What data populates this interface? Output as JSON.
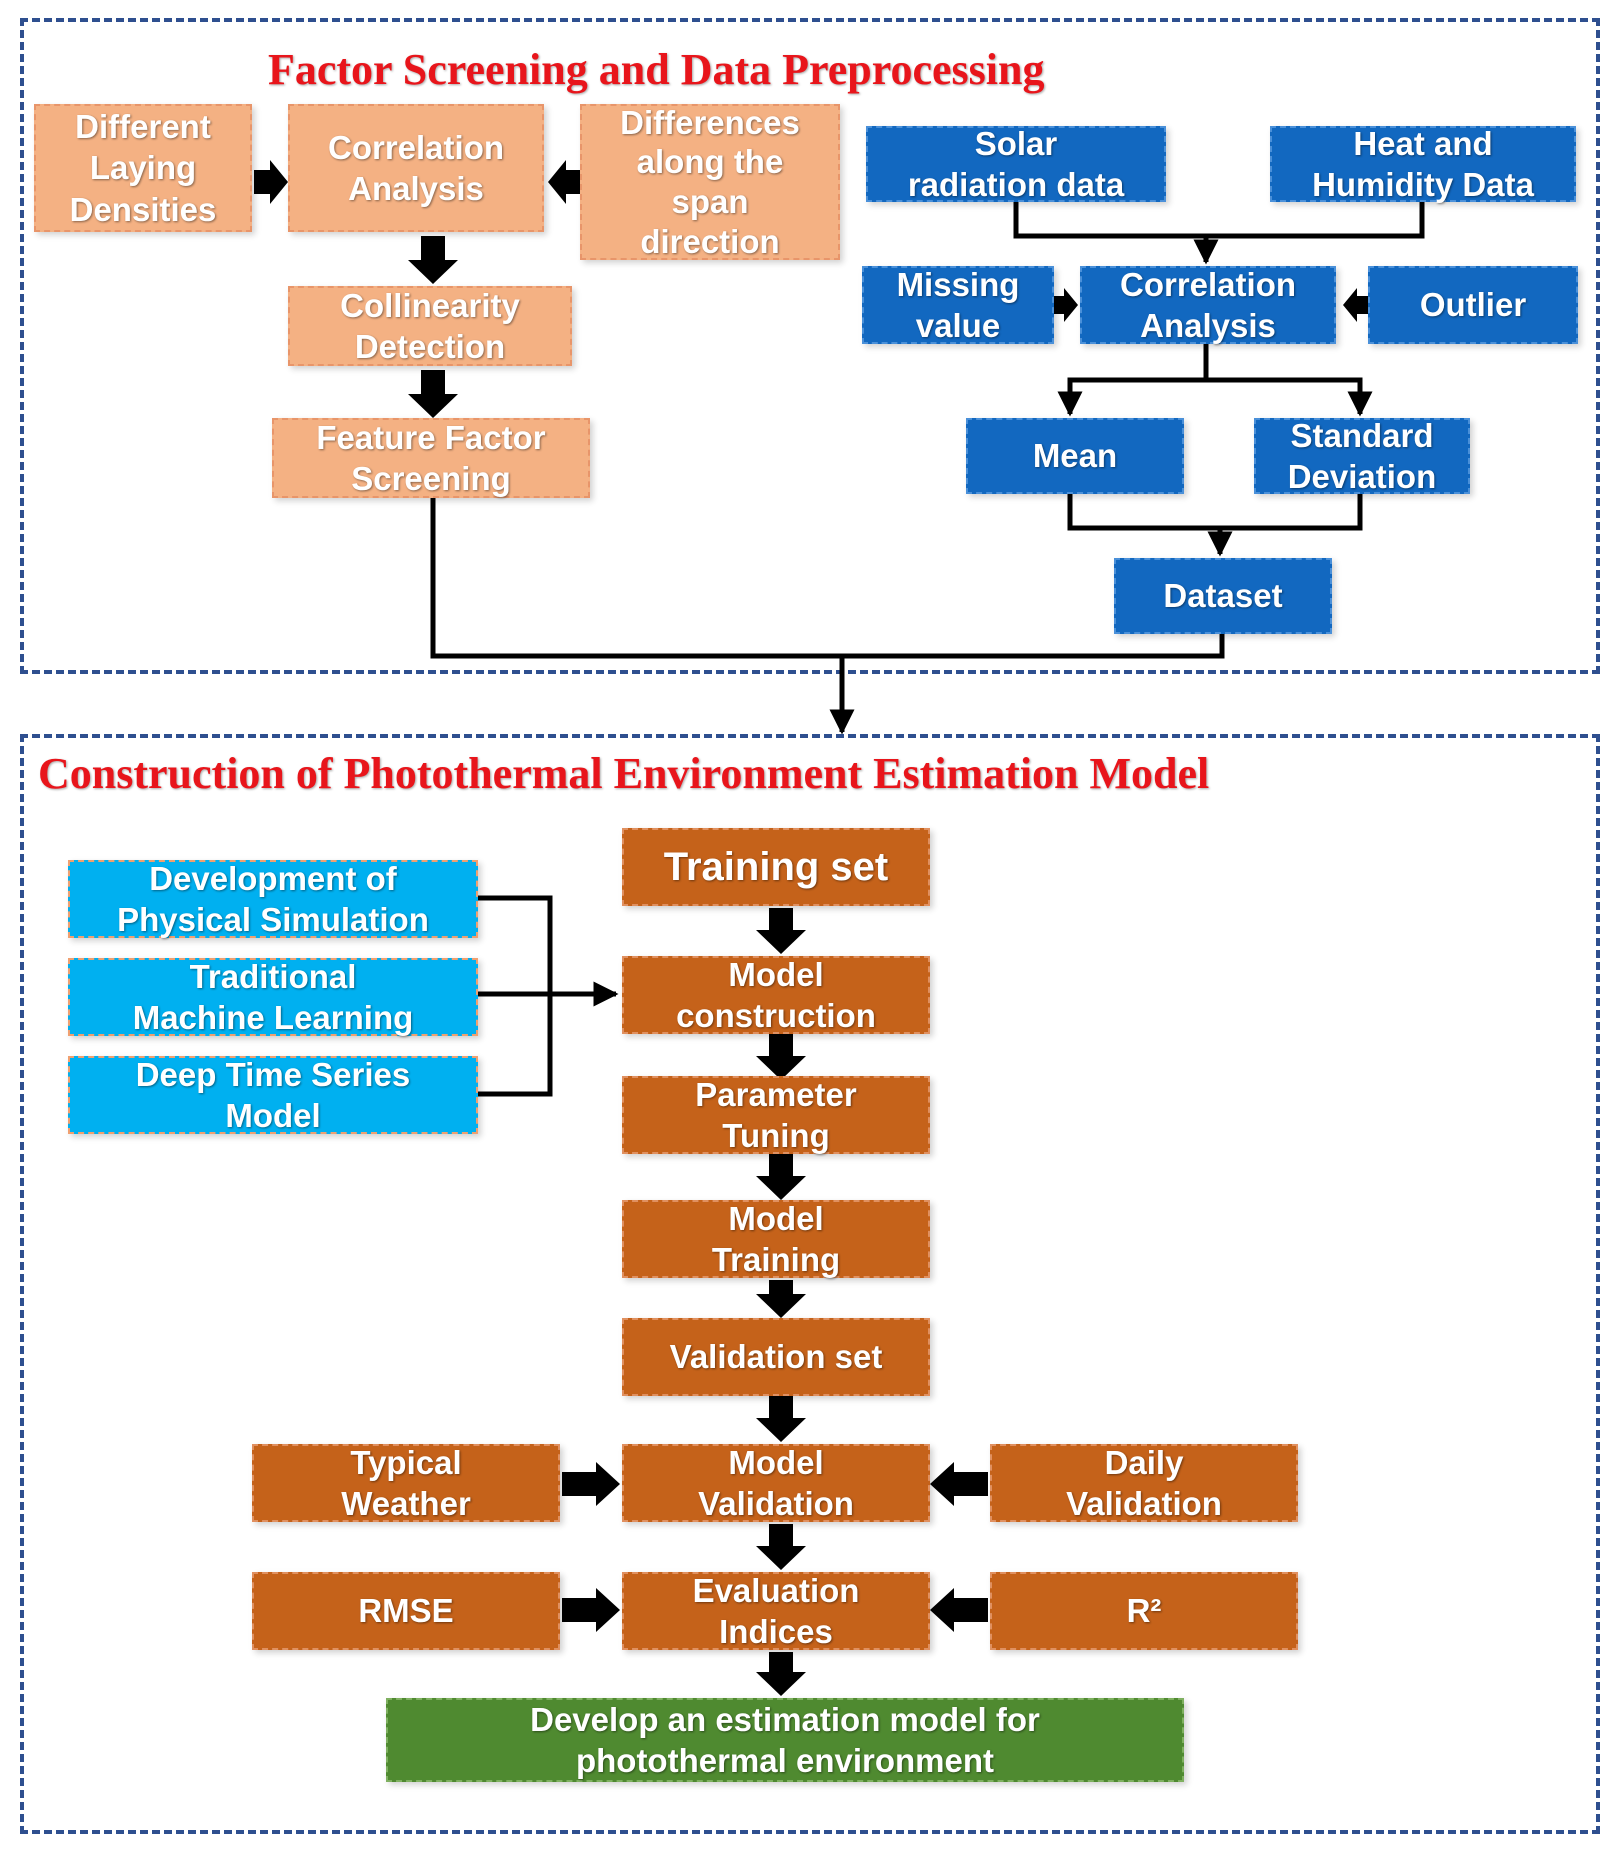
{
  "sections": {
    "top_title": "Factor Screening and Data Preprocessing",
    "bottom_title": "Construction of Photothermal Environment Estimation Model"
  },
  "colors": {
    "peach": "#f4b183",
    "blue": "#1268c0",
    "cyan": "#00b0f0",
    "orange": "#c5621a",
    "green": "#4f8a30",
    "title_red": "#e8151b",
    "panel_border": "#2e4f8f"
  },
  "factor": {
    "different_laying": "Different\nLaying\nDensities",
    "correlation": "Correlation\nAnalysis",
    "span_differences": "Differences\nalong the\nspan\ndirection",
    "collinearity": "Collinearity\nDetection",
    "feature_screening": "Feature Factor\nScreening"
  },
  "data": {
    "solar": "Solar\nradiation data",
    "heat_humidity": "Heat and\nHumidity Data",
    "missing": "Missing\nvalue",
    "correlation": "Correlation\nAnalysis",
    "outlier": "Outlier",
    "mean": "Mean",
    "std": "Standard\nDeviation",
    "dataset": "Dataset"
  },
  "methods": {
    "physical": "Development of\nPhysical Simulation",
    "traditional_ml": "Traditional\nMachine Learning",
    "deep_ts": "Deep Time Series\nModel"
  },
  "pipeline": {
    "training_set": "Training set",
    "model_construction": "Model\nconstruction",
    "parameter_tuning": "Parameter\nTuning",
    "model_training": "Model\nTraining",
    "validation_set": "Validation set",
    "model_validation": "Model\nValidation",
    "evaluation_indices": "Evaluation\nIndices",
    "final": "Develop an estimation model for\nphotothermal environment"
  },
  "validation": {
    "typical_weather": "Typical\nWeather",
    "daily_validation": "Daily\nValidation"
  },
  "metrics": {
    "rmse": "RMSE",
    "r2": "R²"
  }
}
